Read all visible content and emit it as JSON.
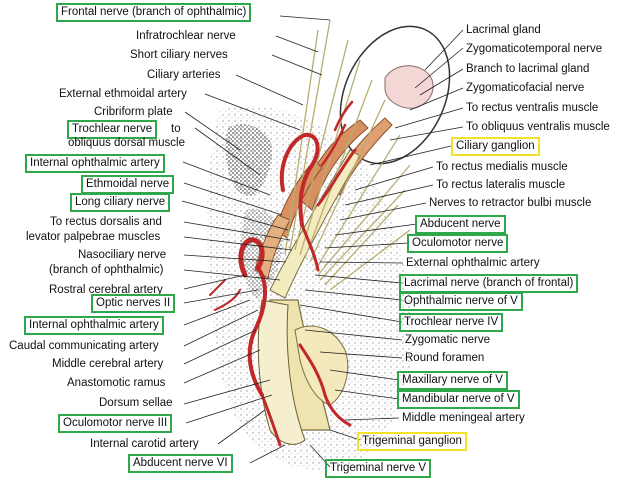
{
  "box_colors": {
    "green": "#2ea84a",
    "yellow": "#f2e22a"
  },
  "left_labels": {
    "frontal_nerve": "Frontal nerve (branch of ophthalmic)",
    "infratrochlear_nerve": "Infratrochlear nerve",
    "short_ciliary_nerves": "Short ciliary nerves",
    "ciliary_arteries": "Ciliary arteries",
    "external_ethmoidal_artery": "External ethmoidal artery",
    "cribriform_plate": "Cribriform plate",
    "trochlear_nerve": "Trochlear nerve",
    "trochlear_nerve_suffix": "to",
    "obliquus_dorsal_muscle": "obliquus dorsal muscle",
    "internal_ophthalmic_artery_top": "Internal ophthalmic artery",
    "ethmoidal_nerve": "Ethmoidal nerve",
    "long_ciliary_nerve": "Long ciliary nerve",
    "to_rectus_dorsalis": "To rectus dorsalis and",
    "levator_palpebrae": "levator palpebrae muscles",
    "nasociliary_nerve": "Nasociliary nerve",
    "branch_of_ophthalmic": "(branch of ophthalmic)",
    "rostral_cerebral_artery": "Rostral cerebral artery",
    "optic_nerves": "Optic nerves II",
    "internal_ophthalmic_artery_bottom": "Internal ophthalmic artery",
    "caudal_communicating_artery": "Caudal communicating artery",
    "middle_cerebral_artery": "Middle cerebral artery",
    "anastomotic_ramus": "Anastomotic ramus",
    "dorsum_sellae": "Dorsum sellae",
    "oculomotor_nerve_iii": "Oculomotor nerve III",
    "internal_carotid_artery": "Internal carotid artery",
    "abducent_nerve_vi": "Abducent nerve VI"
  },
  "right_labels": {
    "lacrimal_gland": "Lacrimal gland",
    "zygomaticotemporal_nerve": "Zygomaticotemporal nerve",
    "branch_to_lacrimal_gland": "Branch to lacrimal gland",
    "zygomaticofacial_nerve": "Zygomaticofacial nerve",
    "to_rectus_ventralis": "To rectus ventralis muscle",
    "to_obliquus_ventralis": "To obliquus ventralis muscle",
    "ciliary_ganglion": "Ciliary ganglion",
    "to_rectus_medialis": "To rectus medialis muscle",
    "to_rectus_lateralis": "To rectus lateralis muscle",
    "nerves_to_retractor": "Nerves to retractor bulbi muscle",
    "abducent_nerve": "Abducent nerve",
    "oculomotor_nerve": "Oculomotor nerve",
    "external_ophthalmic_artery": "External ophthalmic artery",
    "lacrimal_nerve": "Lacrimal nerve (branch of frontal)",
    "ophthalmic_nerve_v": "Ophthalmic nerve of V",
    "trochlear_nerve_iv": "Trochlear nerve IV",
    "zygomatic_nerve": "Zygomatic nerve",
    "round_foramen": "Round foramen",
    "maxillary_nerve_v": "Maxillary nerve of V",
    "mandibular_nerve_v": "Mandibular nerve of V",
    "middle_meningeal_artery": "Middle meningeal artery",
    "trigeminal_ganglion": "Trigeminal ganglion",
    "trigeminal_nerve_v": "Trigeminal nerve V"
  }
}
